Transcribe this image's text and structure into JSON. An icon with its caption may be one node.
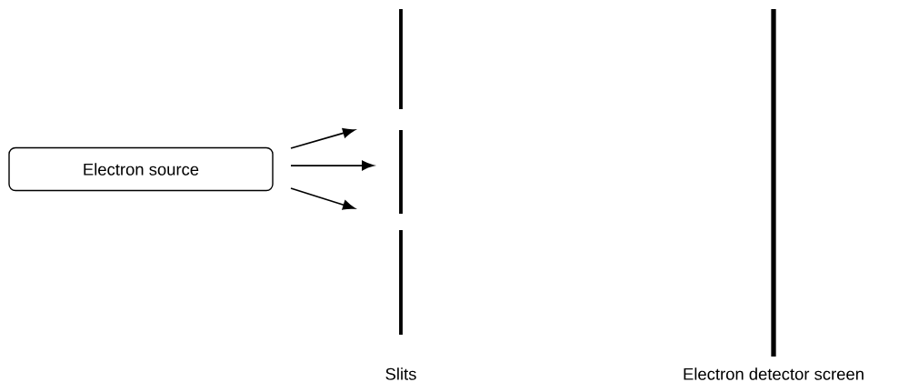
{
  "diagram": {
    "nodes": [
      {
        "text": [
          "Electron source"
        ]
      }
    ],
    "labels": [
      "Slits",
      "Electron detector screen"
    ]
  }
}
